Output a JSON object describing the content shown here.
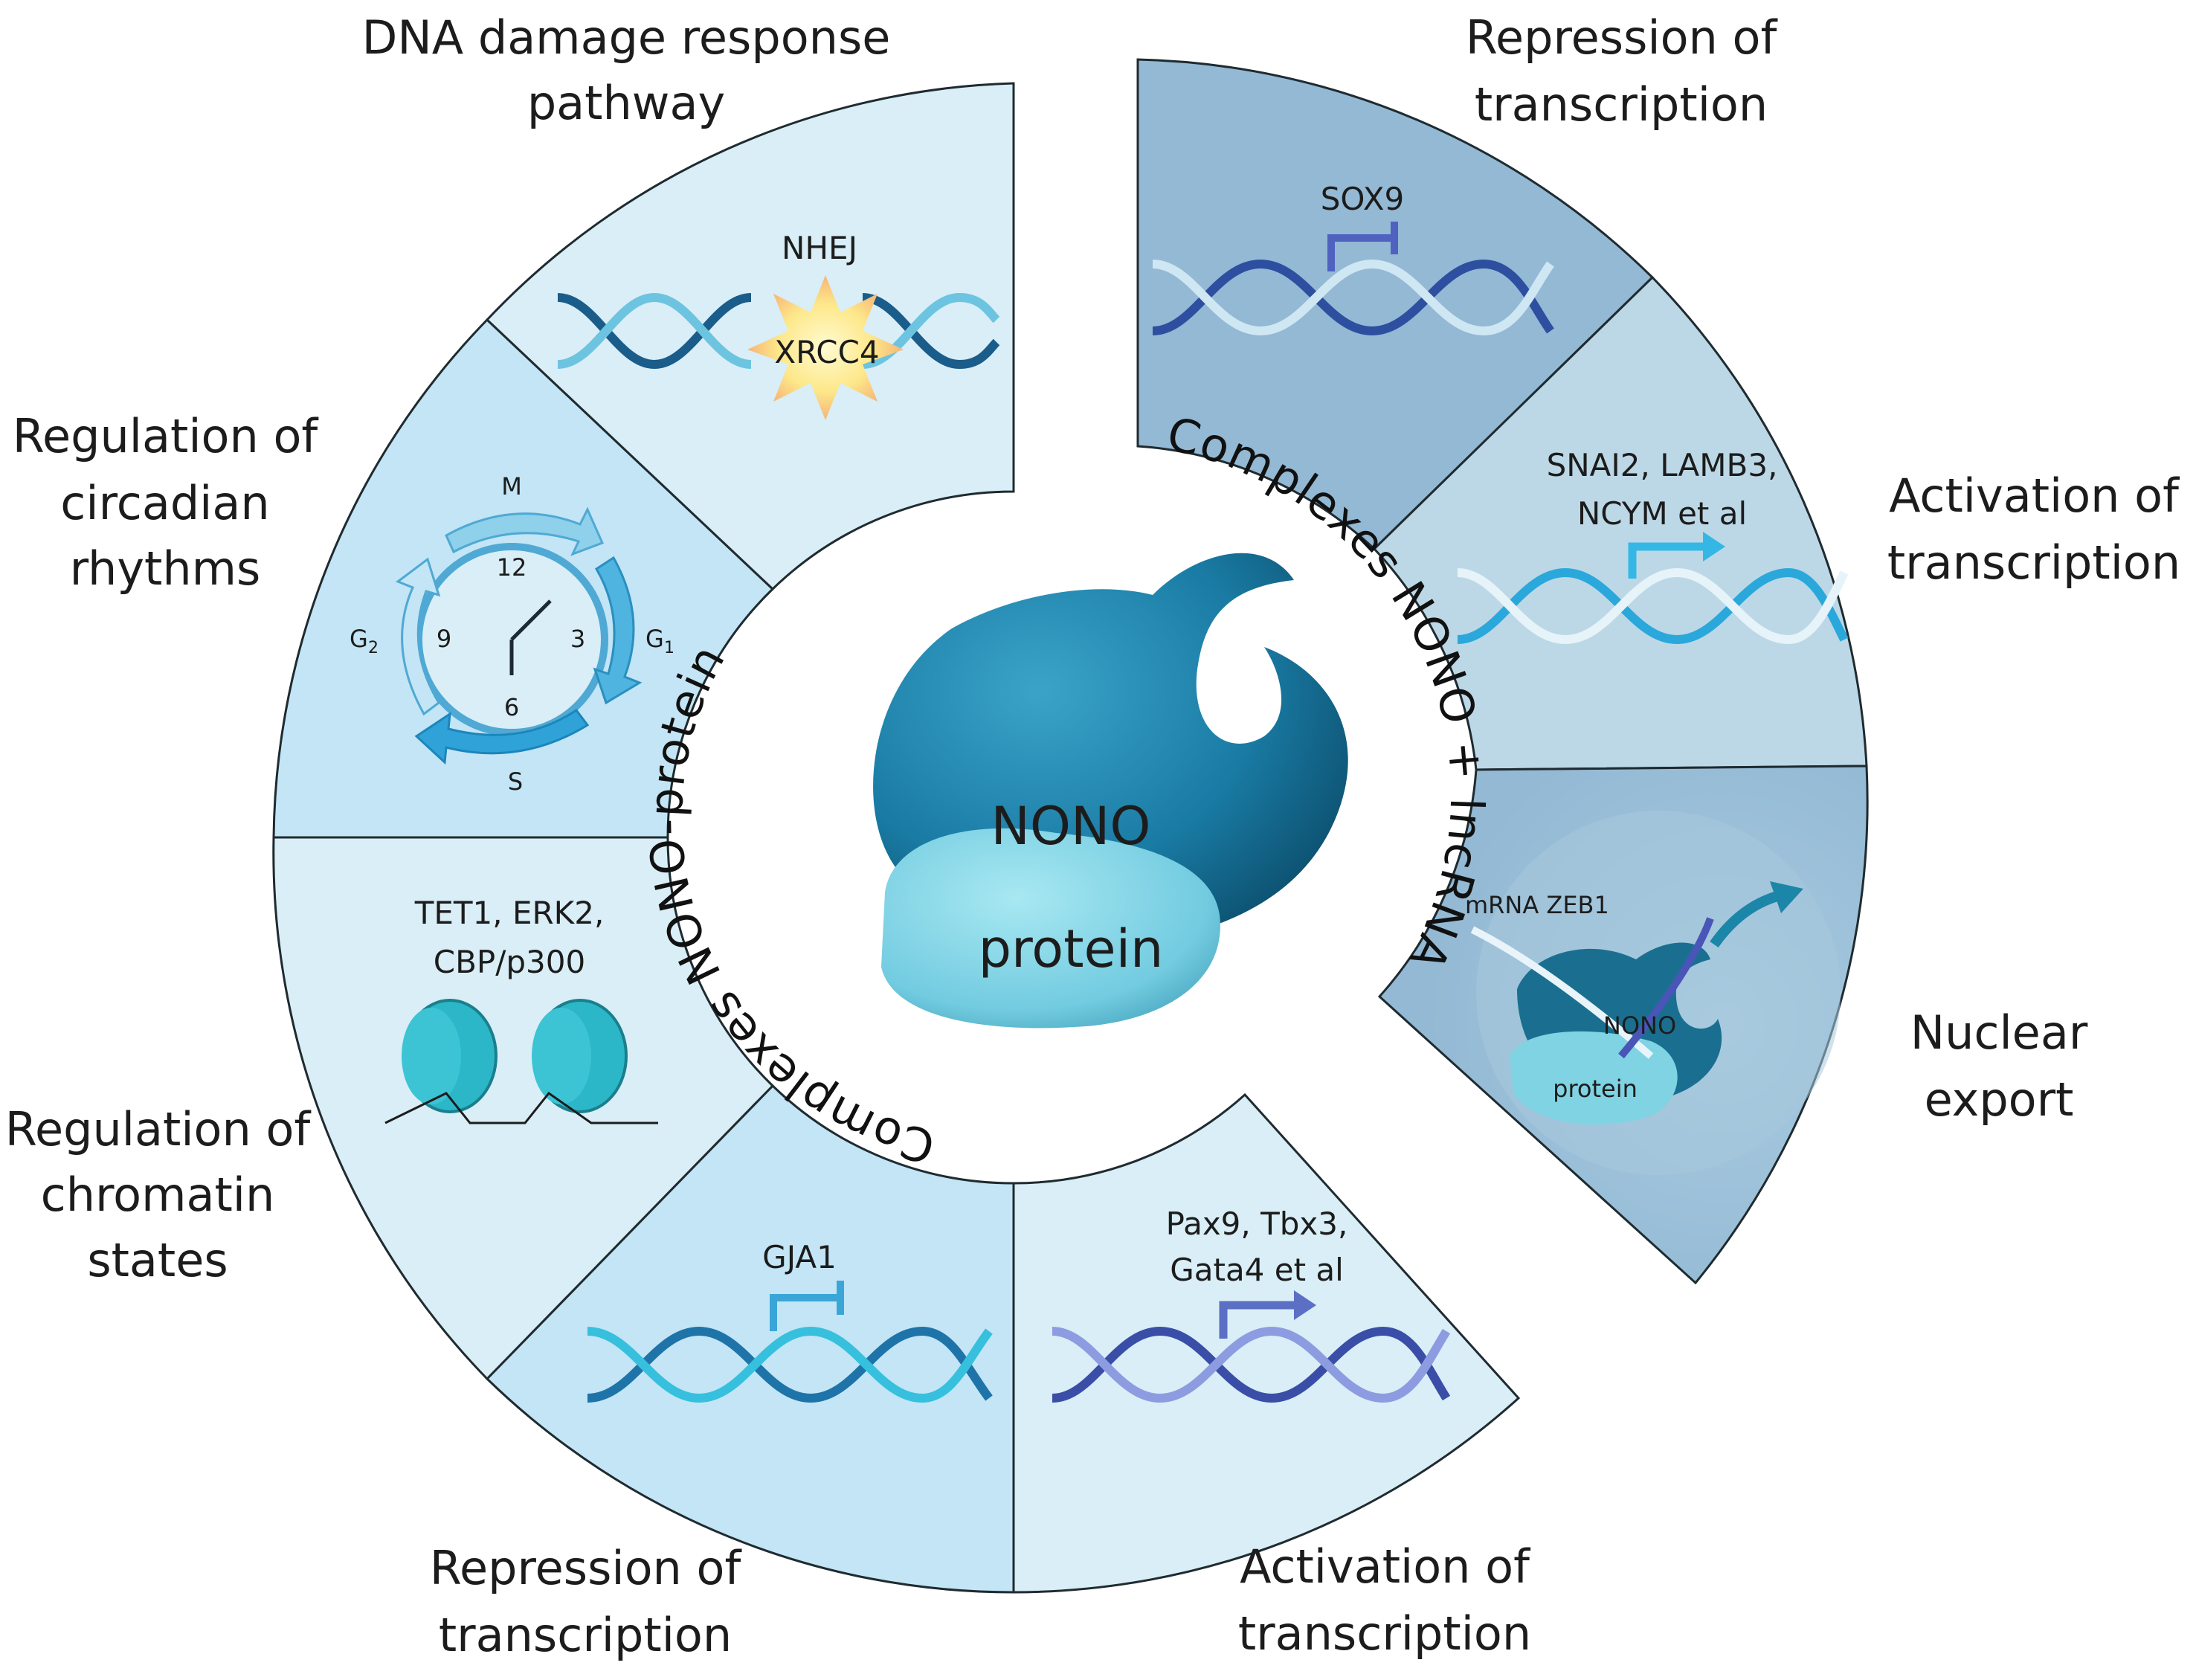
{
  "center": {
    "top_label": "NONO",
    "bottom_label": "protein"
  },
  "rings": {
    "left_arc": "Complexes NONO-protein",
    "right_arc": "Complexes NONO + lncRNA"
  },
  "sectors": {
    "dna_damage": {
      "title_line1": "DNA damage response",
      "title_line2": "pathway",
      "label_top": "NHEJ",
      "label_star": "XRCC4"
    },
    "circadian": {
      "title_line1": "Regulation of",
      "title_line2": "circadian",
      "title_line3": "rhythms",
      "phase_m": "M",
      "phase_g1": "G",
      "phase_g1_sub": "1",
      "phase_s": "S",
      "phase_g2": "G",
      "phase_g2_sub": "2",
      "clock_12": "12",
      "clock_3": "3",
      "clock_6": "6",
      "clock_9": "9"
    },
    "chromatin": {
      "title_line1": "Regulation of",
      "title_line2": "chromatin",
      "title_line3": "states",
      "genes_line1": "TET1, ERK2,",
      "genes_line2": "CBP/p300"
    },
    "repression_left": {
      "title_line1": "Repression of",
      "title_line2": "transcription",
      "gene": "GJA1"
    },
    "activation_left": {
      "title_line1": "Activation of",
      "title_line2": "transcription",
      "genes_line1": "Pax9, Tbx3,",
      "genes_line2": "Gata4 et al"
    },
    "repression_right": {
      "title_line1": "Repression of",
      "title_line2": "transcription",
      "gene": "SOX9"
    },
    "activation_right": {
      "title_line1": "Activation of",
      "title_line2": "transcription",
      "genes_line1": "SNAI2, LAMB3,",
      "genes_line2": "NCYM et al"
    },
    "nuclear_export": {
      "title_line1": "Nuclear",
      "title_line2": "export",
      "mrna_label": "mRNA ZEB1",
      "nono_label": "NONO",
      "protein_label": "protein"
    }
  },
  "colors": {
    "sector_light": "#d9eef6",
    "sector_mid": "#c3e5f5",
    "right_dark": "#93b9d4",
    "right_light": "#bcd8e6",
    "nono": "#1c7ea6",
    "protein": "#7fd3e3"
  }
}
